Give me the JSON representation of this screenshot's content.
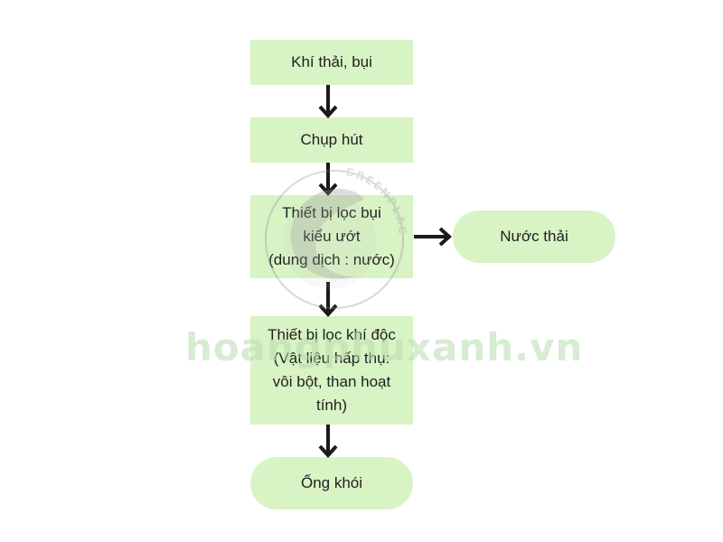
{
  "flowchart": {
    "nodes": [
      {
        "id": "n1",
        "lines": [
          "Khí thải, bụi"
        ]
      },
      {
        "id": "n2",
        "lines": [
          "Chụp hút"
        ]
      },
      {
        "id": "n3",
        "lines": [
          "Thiết bị lọc bụi",
          "kiểu ướt",
          "(dung dịch : nước)"
        ]
      },
      {
        "id": "n4",
        "lines": [
          "Thiết bị lọc khí độc",
          "(Vật liệu hấp thụ:",
          "vôi bột, than hoạt",
          "tính)"
        ]
      },
      {
        "id": "n5",
        "lines": [
          "Ống khói"
        ]
      },
      {
        "id": "n6",
        "lines": [
          "Nước thải"
        ]
      }
    ],
    "edges": [
      {
        "from": "n1",
        "to": "n2"
      },
      {
        "from": "n2",
        "to": "n3"
      },
      {
        "from": "n3",
        "to": "n4"
      },
      {
        "from": "n4",
        "to": "n5"
      },
      {
        "from": "n3",
        "to": "n6"
      }
    ],
    "colors": {
      "node_fill": "#d8f3c4",
      "arrow": "#1a1a1a",
      "text": "#1f1f1f"
    }
  },
  "watermark": {
    "logo_text": "GREENPLACE",
    "site_text": "hoangphuxanh.vn"
  }
}
